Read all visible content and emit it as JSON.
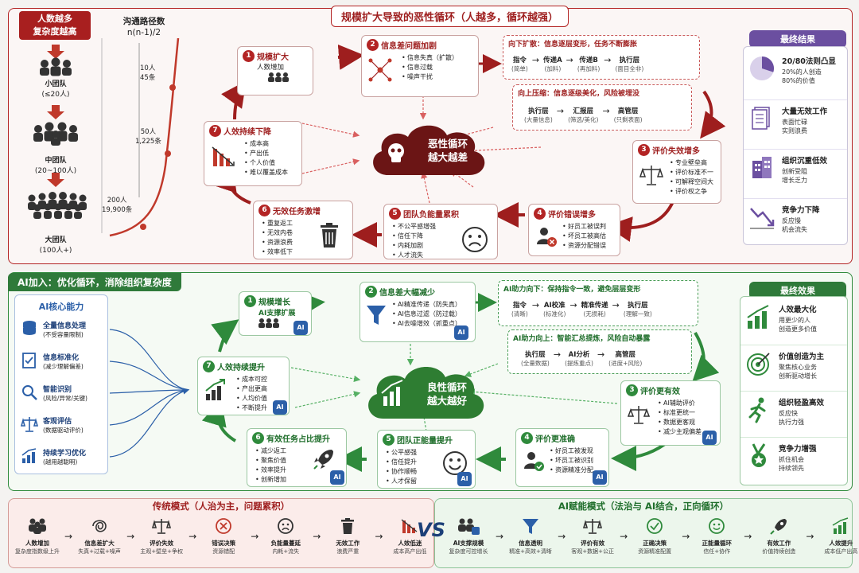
{
  "top": {
    "title": "规模扩大导致的恶性循环（人越多，循环越强）",
    "left": {
      "badge_line1": "人数越多",
      "badge_line2": "复杂度越高",
      "small_team": "小团队",
      "small_range": "(≤20人)",
      "mid_team": "中团队",
      "mid_range": "(20~100人)",
      "big_team": "大团队",
      "big_range": "(100人+)"
    },
    "curve": {
      "title": "沟通路径数",
      "formula": "n(n-1)/2",
      "points": [
        {
          "label": "10人",
          "value": "45条"
        },
        {
          "label": "50人",
          "value": "1,225条"
        },
        {
          "label": "200人",
          "value": "19,900条"
        }
      ]
    },
    "steps": [
      {
        "num": "1",
        "title": "规模扩大",
        "sub": "人数增加"
      },
      {
        "num": "2",
        "title": "信息差问题加剧",
        "items": [
          "信息失真（扩散）",
          "信息过载",
          "噪声干扰"
        ]
      },
      {
        "num": "3",
        "title": "评价失效增多",
        "items": [
          "专业壁垒高",
          "评价标准不一",
          "可解释空间大",
          "评价权之争"
        ]
      },
      {
        "num": "4",
        "title": "评价错误增多",
        "items": [
          "好员工被误判",
          "坏员工被高估",
          "资源分配错误"
        ]
      },
      {
        "num": "5",
        "title": "团队负能量累积",
        "items": [
          "不公平感增强",
          "信任下降",
          "内耗加剧",
          "人才流失"
        ]
      },
      {
        "num": "6",
        "title": "无效任务激增",
        "items": [
          "重复返工",
          "无效内卷",
          "资源浪费",
          "效率低下"
        ]
      },
      {
        "num": "7",
        "title": "人效持续下降",
        "items": [
          "成本高",
          "产出低",
          "个人价值",
          "难以覆盖成本"
        ]
      }
    ],
    "down": {
      "title": "向下扩散：信息逐层变形，任务不断膨胀",
      "chain": [
        {
          "name": "指令",
          "sub": "(简单)"
        },
        {
          "name": "传递A",
          "sub": "(加料)"
        },
        {
          "name": "传递B",
          "sub": "(再加料)"
        },
        {
          "name": "执行层",
          "sub": "(面目全非)"
        }
      ]
    },
    "up": {
      "title": "向上压缩：信息逐级美化，风险被埋没",
      "chain": [
        {
          "name": "执行层",
          "sub": "(大量信息)"
        },
        {
          "name": "汇报层",
          "sub": "(筛选/美化)"
        },
        {
          "name": "高管层",
          "sub": "(只剩表面)"
        }
      ]
    },
    "center": {
      "line1": "恶性循环",
      "line2": "越大越差"
    },
    "result": {
      "title": "最终结果",
      "items": [
        {
          "title": "20/80法则凸显",
          "lines": [
            "20%的人创造",
            "80%的价值"
          ]
        },
        {
          "title": "大量无效工作",
          "lines": [
            "表面忙碌",
            "实则浪费"
          ]
        },
        {
          "title": "组织沉重低效",
          "lines": [
            "创新受阻",
            "增长乏力"
          ]
        },
        {
          "title": "竞争力下降",
          "lines": [
            "反应慢",
            "机会流失"
          ]
        }
      ]
    }
  },
  "bottom": {
    "title": "AI加入：优化循环，消除组织复杂度",
    "core": {
      "title": "AI核心能力",
      "items": [
        {
          "title": "全量信息处理",
          "sub": "(不受容量限制)"
        },
        {
          "title": "信息标准化",
          "sub": "(减少理解偏差)"
        },
        {
          "title": "智能识别",
          "sub": "(风险/异常/关键)"
        },
        {
          "title": "客观评估",
          "sub": "(数据驱动评价)"
        },
        {
          "title": "持续学习优化",
          "sub": "(越用越聪明)"
        }
      ]
    },
    "steps": [
      {
        "num": "1",
        "title": "规模增长",
        "sub": "AI支撑扩展"
      },
      {
        "num": "2",
        "title": "信息差大幅减少",
        "items": [
          "AI精准传递（防失真）",
          "AI信息过滤（防过载）",
          "AI去噪增效（抓重点）"
        ]
      },
      {
        "num": "3",
        "title": "评价更有效",
        "items": [
          "AI辅助评价",
          "标准更统一",
          "数据更客观",
          "减少主观偏差"
        ]
      },
      {
        "num": "4",
        "title": "评价更准确",
        "items": [
          "好员工被发现",
          "坏员工被识别",
          "资源精准分配"
        ]
      },
      {
        "num": "5",
        "title": "团队正能量提升",
        "items": [
          "公平感强",
          "信任提升",
          "协作顺畅",
          "人才保留"
        ]
      },
      {
        "num": "6",
        "title": "有效任务占比提升",
        "items": [
          "减少返工",
          "聚焦价值",
          "效率提升",
          "创新增加"
        ]
      },
      {
        "num": "7",
        "title": "人效持续提升",
        "items": [
          "成本可控",
          "产出更高",
          "人均价值",
          "不断提升"
        ]
      }
    ],
    "down": {
      "title": "AI助力向下：保持指令一致，避免层层变形",
      "chain": [
        {
          "name": "指令",
          "sub": "(清晰)"
        },
        {
          "name": "AI校准",
          "sub": "(标准化)"
        },
        {
          "name": "精准传递",
          "sub": "(无损耗)"
        },
        {
          "name": "执行层",
          "sub": "(理解一致)"
        }
      ]
    },
    "up": {
      "title": "AI助力向上：智能汇总提炼，风险自动暴露",
      "chain": [
        {
          "name": "执行层",
          "sub": "(全量数据)"
        },
        {
          "name": "AI分析",
          "sub": "(提炼重点)"
        },
        {
          "name": "高管层",
          "sub": "(进度+风险)"
        }
      ]
    },
    "center": {
      "line1": "良性循环",
      "line2": "越大越好"
    },
    "result": {
      "title": "最终效果",
      "items": [
        {
          "title": "人效最大化",
          "lines": [
            "用更少的人",
            "创造更多价值"
          ]
        },
        {
          "title": "价值创造为主",
          "lines": [
            "聚焦核心业务",
            "创新驱动增长"
          ]
        },
        {
          "title": "组织轻盈高效",
          "lines": [
            "反应快",
            "执行力强"
          ]
        },
        {
          "title": "竞争力增强",
          "lines": [
            "抓住机会",
            "持续领先"
          ]
        }
      ]
    },
    "ai_label": "AI"
  },
  "compare": {
    "left_title": "传统模式（人治为主，问题累积）",
    "right_title": "AI赋能模式（法治与 AI结合，正向循环）",
    "vs": "VS",
    "left_flow": [
      {
        "label": "人数增加",
        "sub": "复杂度指数级上升"
      },
      {
        "label": "信息差扩大",
        "sub": "失真+过载+噪声"
      },
      {
        "label": "评价失效",
        "sub": "主观+壁垒+争权"
      },
      {
        "label": "错误决策",
        "sub": "资源错配"
      },
      {
        "label": "负能量蔓延",
        "sub": "内耗+流失"
      },
      {
        "label": "无效工作",
        "sub": "浪费严重"
      },
      {
        "label": "人效低迷",
        "sub": "成本高产出低"
      }
    ],
    "right_flow": [
      {
        "label": "AI支撑规模",
        "sub": "复杂度可控增长"
      },
      {
        "label": "信息透明",
        "sub": "精准+高效+清晰"
      },
      {
        "label": "评价有效",
        "sub": "客观+数据+公正"
      },
      {
        "label": "正确决策",
        "sub": "资源精准配置"
      },
      {
        "label": "正能量循环",
        "sub": "信任+协作"
      },
      {
        "label": "有效工作",
        "sub": "价值持续创造"
      },
      {
        "label": "人效提升",
        "sub": "成本低产出高"
      }
    ]
  }
}
